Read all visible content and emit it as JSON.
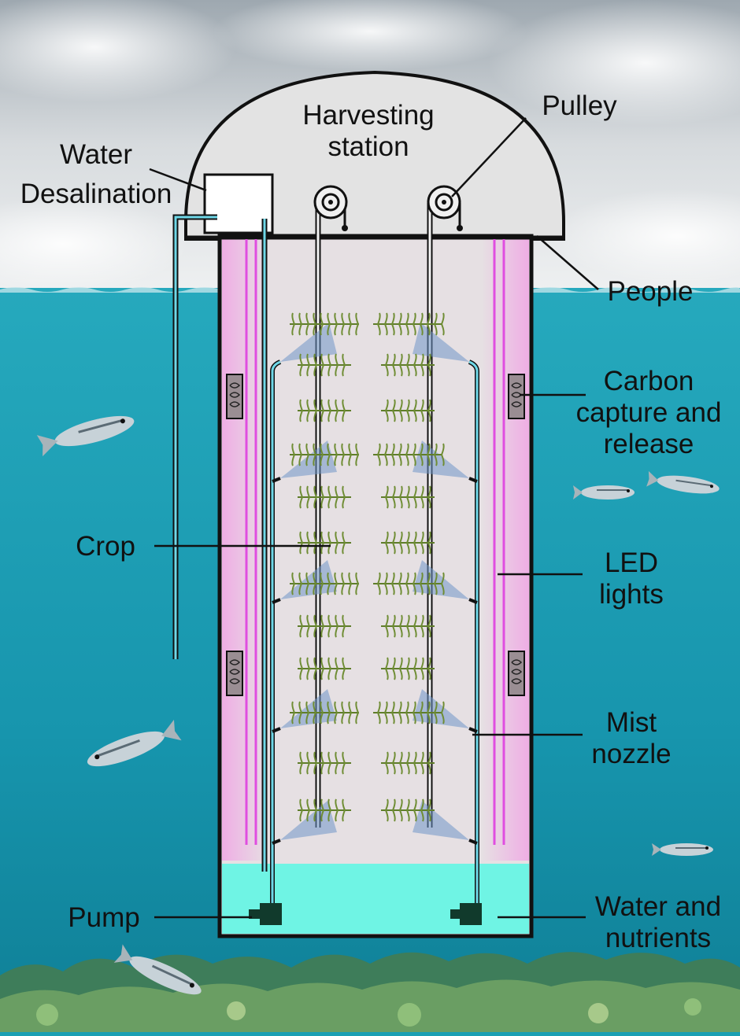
{
  "labels": {
    "harvesting_station": [
      "Harvesting",
      "station"
    ],
    "pulley": "Pulley",
    "water_desalination": [
      "Water",
      "Desalination"
    ],
    "people": "People",
    "carbon_capture": [
      "Carbon",
      "capture and",
      "release"
    ],
    "crop": "Crop",
    "led_lights": [
      "LED",
      "lights"
    ],
    "mist_nozzle": [
      "Mist",
      "nozzle"
    ],
    "pump": "Pump",
    "water_nutrients": [
      "Water and",
      "nutrients"
    ]
  },
  "colors": {
    "sky": "#c9cfd3",
    "sea": "#1fa3b8",
    "tank_interior": "#e6e0e3",
    "led_glow": "#f3b8e6",
    "led_line": "#e04de0",
    "reservoir": "#6ff4e4",
    "pipe": "#6fd8e8",
    "plant": "#5f7d2a",
    "mist": "#6f95c9",
    "outline": "#111111"
  }
}
